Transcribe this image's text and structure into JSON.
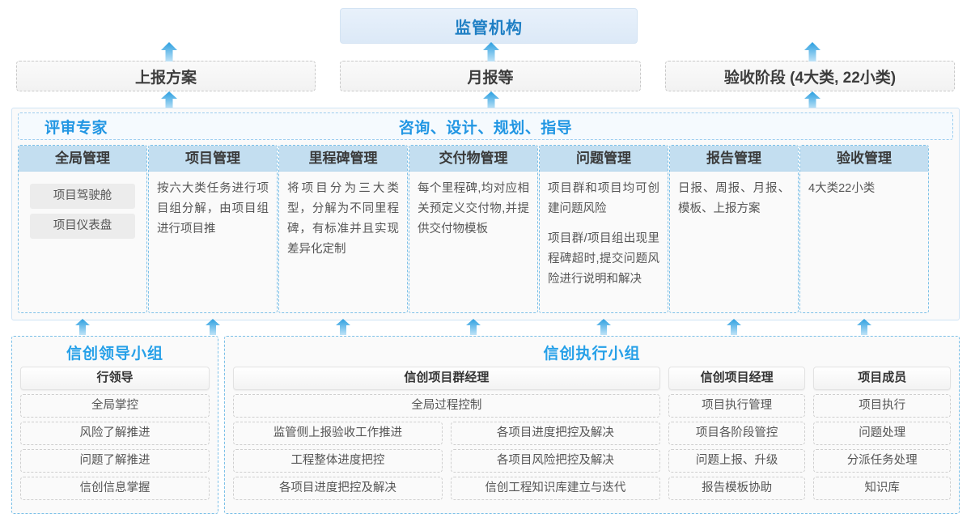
{
  "top": {
    "regulator": "监管机构",
    "reports": [
      {
        "label": "上报方案"
      },
      {
        "label": "月报等"
      },
      {
        "label": "验收阶段 (4大类, 22小类)"
      }
    ]
  },
  "middle": {
    "left_title": "评审专家",
    "center_title": "咨询、设计、规划、指导",
    "columns": [
      {
        "header": "全局管理",
        "text": "",
        "pills": [
          "项目驾驶舱",
          "项目仪表盘"
        ]
      },
      {
        "header": "项目管理",
        "text": "按六大类任务进行项目组分解，由项目组进行项目推",
        "pills": []
      },
      {
        "header": "里程碑管理",
        "text": "将项目分为三大类型，分解为不同里程碑，有标准并且实现差异化定制",
        "pills": []
      },
      {
        "header": "交付物管理",
        "text": "每个里程碑,均对应相关预定义交付物,并提供交付物模板",
        "pills": []
      },
      {
        "header": "问题管理",
        "text": "项目群和项目均可创建问题风险",
        "text2": "项目群/项目组出现里程碑超时,提交问题风险进行说明和解决",
        "pills": []
      },
      {
        "header": "报告管理",
        "text": "日报、周报、月报、模板、上报方案",
        "pills": []
      },
      {
        "header": "验收管理",
        "text": "4大类22小类",
        "pills": []
      }
    ]
  },
  "bottom": {
    "left_group": {
      "title": "信创领导小组",
      "role": "行领导",
      "items": [
        "全局掌控",
        "风险了解推进",
        "问题了解推进",
        "信创信息掌握"
      ]
    },
    "right_group": {
      "title": "信创执行小组",
      "program_manager": {
        "role": "信创项目群经理",
        "full_width_item": "全局过程控制",
        "left_items": [
          "监管侧上报验收工作推进",
          "工程整体进度把控",
          "各项目进度把控及解决"
        ],
        "right_items": [
          "各项目进度把控及解决",
          "各项目风险把控及解决",
          "信创工程知识库建立与迭代"
        ]
      },
      "project_manager": {
        "role": "信创项目经理",
        "items": [
          "项目执行管理",
          "项目各阶段管控",
          "问题上报、升级",
          "报告模板协助"
        ]
      },
      "member": {
        "role": "项目成员",
        "items": [
          "项目执行",
          "问题处理",
          "分派任务处理",
          "知识库"
        ]
      }
    }
  },
  "arrows": {
    "icon": "arrow-up-icon",
    "color": "#2b9fe0",
    "top_row_x": [
      198,
      596,
      993
    ],
    "mid_row_x": [
      96,
      256,
      417,
      578,
      739,
      899,
      1060
    ]
  },
  "colors": {
    "accent": "#2196e3",
    "header_fill": "#c3def0",
    "regulator_fill": "#e8f1fb",
    "dashed_blue": "#7cc0e8",
    "dashed_grey": "#c9c9c9"
  }
}
